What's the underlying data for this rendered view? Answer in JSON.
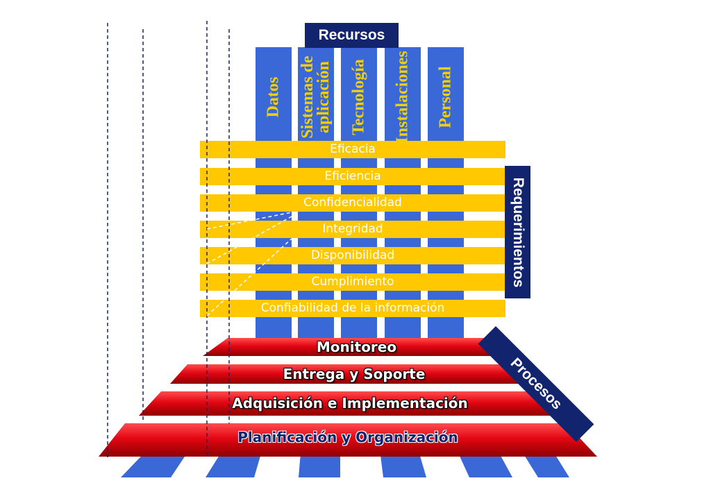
{
  "recursos": {
    "header": "Recursos",
    "columns": [
      "Datos",
      "Sistemas de\naplicación",
      "Tecnología",
      "Instalaciones",
      "Personal"
    ]
  },
  "requerimientos": {
    "side_label": "Requerimientos",
    "items": [
      "Eficacia",
      "Eficiencia",
      "Confidencialidad",
      "Integridad",
      "Disponibilidad",
      "Cumplimiento",
      "Confiabilidad de la información"
    ]
  },
  "procesos": {
    "side_label": "Procesos",
    "items": [
      "Monitoreo",
      "Entrega y Soporte",
      "Adquisición e Implementación",
      "Planificación y Organización"
    ]
  },
  "colors": {
    "resource_blue": "#3a68d6",
    "navy": "#13246e",
    "requirement_yellow": "#ffc800",
    "resource_label_yellow": "#f5d000",
    "process_red": "#e30613"
  }
}
